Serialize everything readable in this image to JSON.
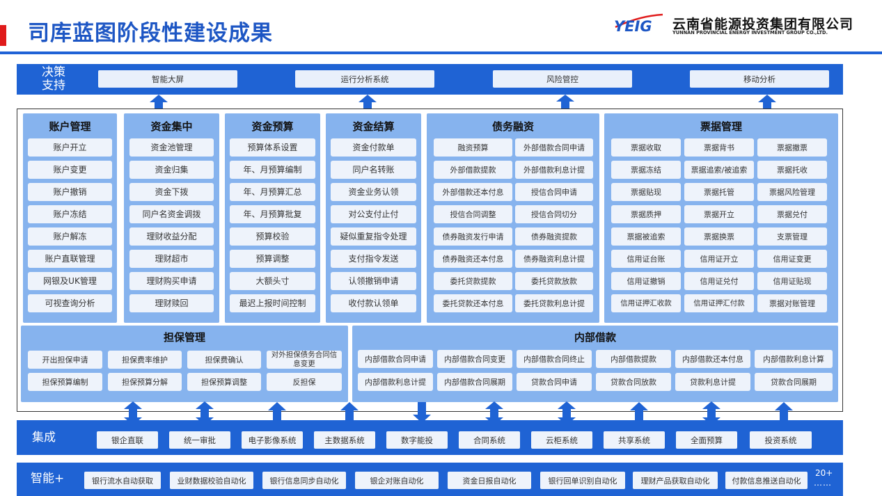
{
  "header": {
    "title": "司库蓝图阶段性建设成果",
    "logo_text": "YEIG",
    "company_cn": "云南省能源投资集团有限公司",
    "company_en": "YUNNAN PROVINCIAL ENERGY INVESTMENT GROUP CO.,LTD."
  },
  "colors": {
    "band": "#1f63d4",
    "module": "#86b3ee",
    "cell": "#eef3fb",
    "accent": "#e01b1b",
    "arrow": "#1f63d4"
  },
  "decision": {
    "label_line1": "决策",
    "label_line2": "支持",
    "items": [
      "智能大屏",
      "运行分析系统",
      "风险管控",
      "移动分析"
    ]
  },
  "modules": {
    "account": {
      "title": "账户管理",
      "items": [
        "账户开立",
        "账户变更",
        "账户撤销",
        "账户冻结",
        "账户解冻",
        "账户直联管理",
        "网银及UK管理",
        "可视查询分析"
      ]
    },
    "concentration": {
      "title": "资金集中",
      "items": [
        "资金池管理",
        "资金归集",
        "资金下拨",
        "同户名资金调拨",
        "理财收益分配",
        "理财超市",
        "理财购买申请",
        "理财赎回"
      ]
    },
    "budget": {
      "title": "资金预算",
      "items": [
        "预算体系设置",
        "年、月预算编制",
        "年、月预算汇总",
        "年、月预算批复",
        "预算校验",
        "预算调整",
        "大额头寸",
        "最迟上报时间控制"
      ]
    },
    "settlement": {
      "title": "资金结算",
      "items": [
        "资金付款单",
        "同户名转账",
        "资金业务认领",
        "对公支付止付",
        "疑似重复指令处理",
        "支付指令发送",
        "认领撤销申请",
        "收付款认领单"
      ]
    },
    "debt": {
      "title": "债务融资",
      "items": [
        "融资预算",
        "外部借款合同申请",
        "外部借款提款",
        "外部借款利息计提",
        "外部借款还本付息",
        "授信合同申请",
        "授信合同调整",
        "授信合同切分",
        "债券融资发行申请",
        "债券融资提款",
        "债券融资还本付息",
        "债券融资利息计提",
        "委托贷款提款",
        "委托贷款放款",
        "委托贷款还本付息",
        "委托贷款利息计提"
      ]
    },
    "bill": {
      "title": "票据管理",
      "items": [
        "票据收取",
        "票据背书",
        "票据撤票",
        "票据冻结",
        "票据追索/被追索",
        "票据托收",
        "票据贴现",
        "票据托管",
        "票据风险管理",
        "票据质押",
        "票据开立",
        "票据兑付",
        "票据被追索",
        "票据换票",
        "支票管理",
        "信用证台账",
        "信用证开立",
        "信用证变更",
        "信用证撤销",
        "信用证兑付",
        "信用证贴现",
        "信用证押汇收款",
        "信用证押汇付款",
        "票据对账管理"
      ]
    },
    "guarantee": {
      "title": "担保管理",
      "items": [
        "开出担保申请",
        "担保费率维护",
        "担保费确认",
        "对外担保债务合同信息变更",
        "担保预算编制",
        "担保预算分解",
        "担保预算调整",
        "反担保"
      ]
    },
    "loan": {
      "title": "内部借款",
      "items": [
        "内部借款合同申请",
        "内部借款合同变更",
        "内部借款合同终止",
        "内部借款提款",
        "内部借款还本付息",
        "内部借款利息计算",
        "内部借款利息计提",
        "内部借款合同展期",
        "贷款合同申请",
        "贷款合同放款",
        "贷款利息计提",
        "贷款合同展期"
      ]
    }
  },
  "integration": {
    "label": "集成",
    "items": [
      "银企直联",
      "统一审批",
      "电子影像系统",
      "主数据系统",
      "数字能投",
      "合同系统",
      "云柜系统",
      "共享系统",
      "全面预算",
      "投资系统"
    ]
  },
  "intelligent": {
    "label": "智能+",
    "items": [
      "银行流水自动获取",
      "业财数据校验自动化",
      "银行信息同步自动化",
      "银企对账自动化",
      "资金日报自动化",
      "银行回单识别自动化",
      "理财产品获取自动化",
      "付款信息推送自动化"
    ],
    "more_top": "20+",
    "more_bottom": "……"
  }
}
